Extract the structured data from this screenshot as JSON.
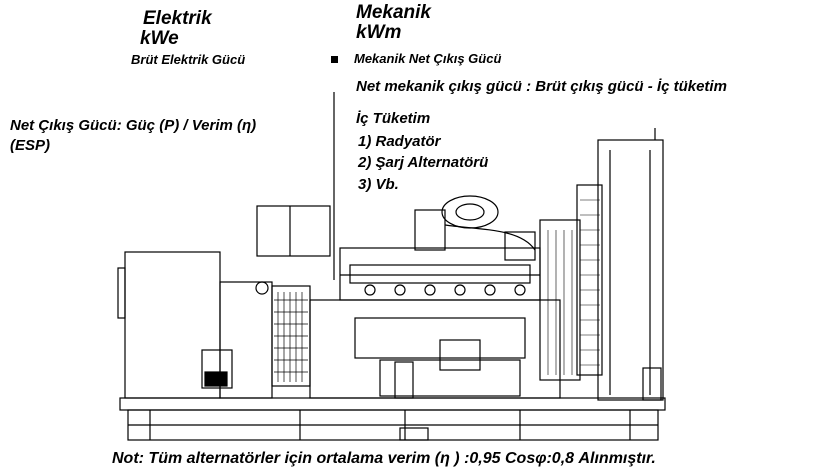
{
  "electric": {
    "title": "Elektrik",
    "unit": "kWe",
    "gross": "Brüt Elektrik Gücü",
    "net_formula": "Net Çıkış Gücü: Güç (P) / Verim (η)",
    "esp": "(ESP)"
  },
  "mechanical": {
    "title": "Mekanik",
    "unit": "kWm",
    "net": "Mekanik Net Çıkış Gücü",
    "net_formula": "Net mekanik çıkış gücü : Brüt çıkış gücü - İç tüketim"
  },
  "internal": {
    "title": "İç Tüketim",
    "items": [
      "1) Radyatör",
      "2) Şarj Alternatörü",
      "3) Vb."
    ]
  },
  "note": "Not: Tüm alternatörler için ortalama verim (η ) :0,95  Cosφ:0,8 Alınmıştır."
}
